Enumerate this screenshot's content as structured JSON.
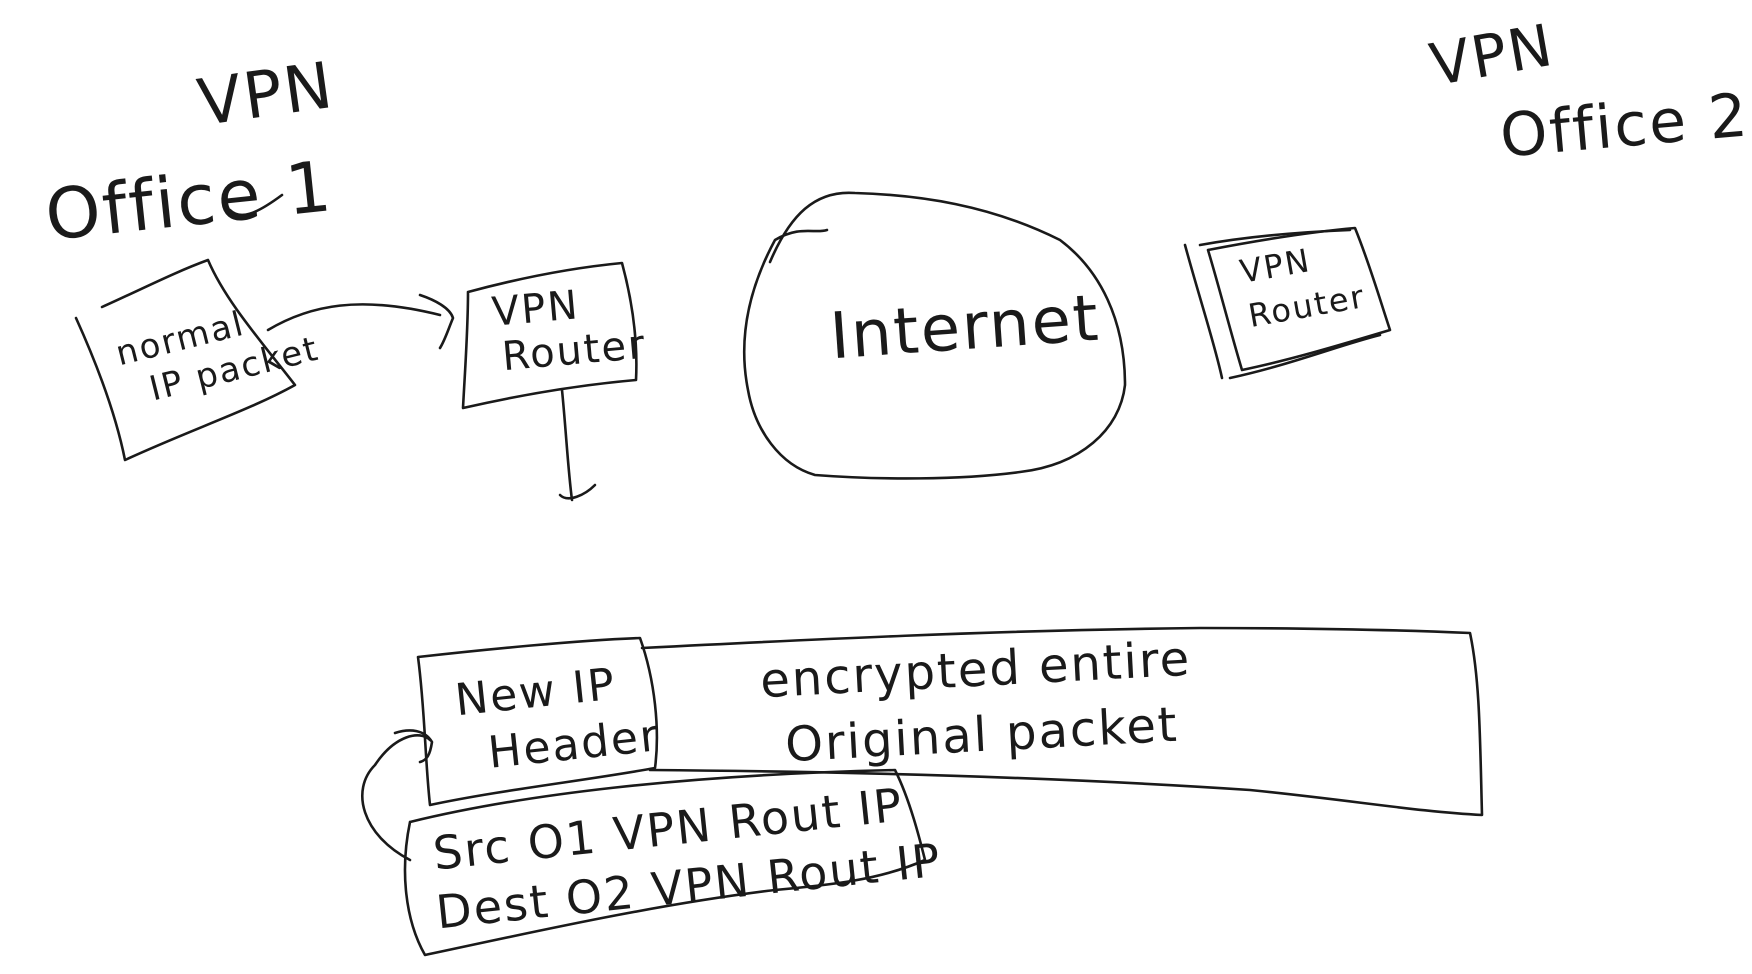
{
  "office1": {
    "vpn_label": "VPN",
    "name": "Office 1",
    "packet_line1": "normal",
    "packet_line2": "IP packet",
    "router_line1": "VPN",
    "router_line2": "Router"
  },
  "internet": {
    "label": "Internet"
  },
  "office2": {
    "vpn_label": "VPN",
    "name": "Office 2",
    "router_line1": "VPN",
    "router_line2": "Router"
  },
  "packet": {
    "header_line1": "New IP",
    "header_line2": "Header",
    "payload_line1": "encrypted entire",
    "payload_line2": "Original packet"
  },
  "header_detail": {
    "line1": "Src O1 VPN Rout IP",
    "line2": "Dest O2 VPN Rout IP"
  }
}
